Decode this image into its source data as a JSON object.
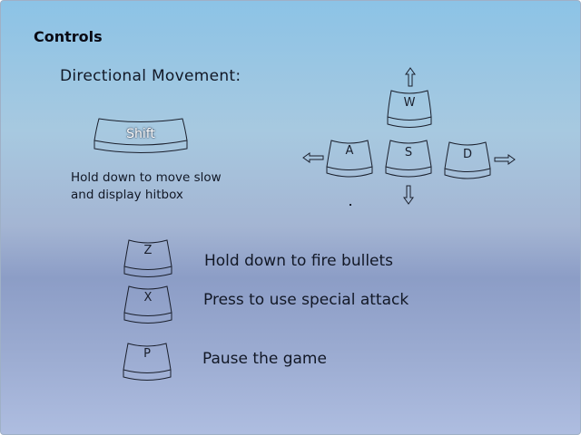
{
  "screen_title": "Controls",
  "movement": {
    "label": "Directional Movement:",
    "keys": {
      "up": "W",
      "left": "A",
      "down": "S",
      "right": "D"
    }
  },
  "shift": {
    "key": "Shift",
    "description": "Hold down to move slow\nand display hitbox"
  },
  "actions": [
    {
      "key": "Z",
      "description": "Hold down to fire bullets"
    },
    {
      "key": "X",
      "description": "Press to use special attack"
    },
    {
      "key": "P",
      "description": "Pause the game"
    }
  ]
}
